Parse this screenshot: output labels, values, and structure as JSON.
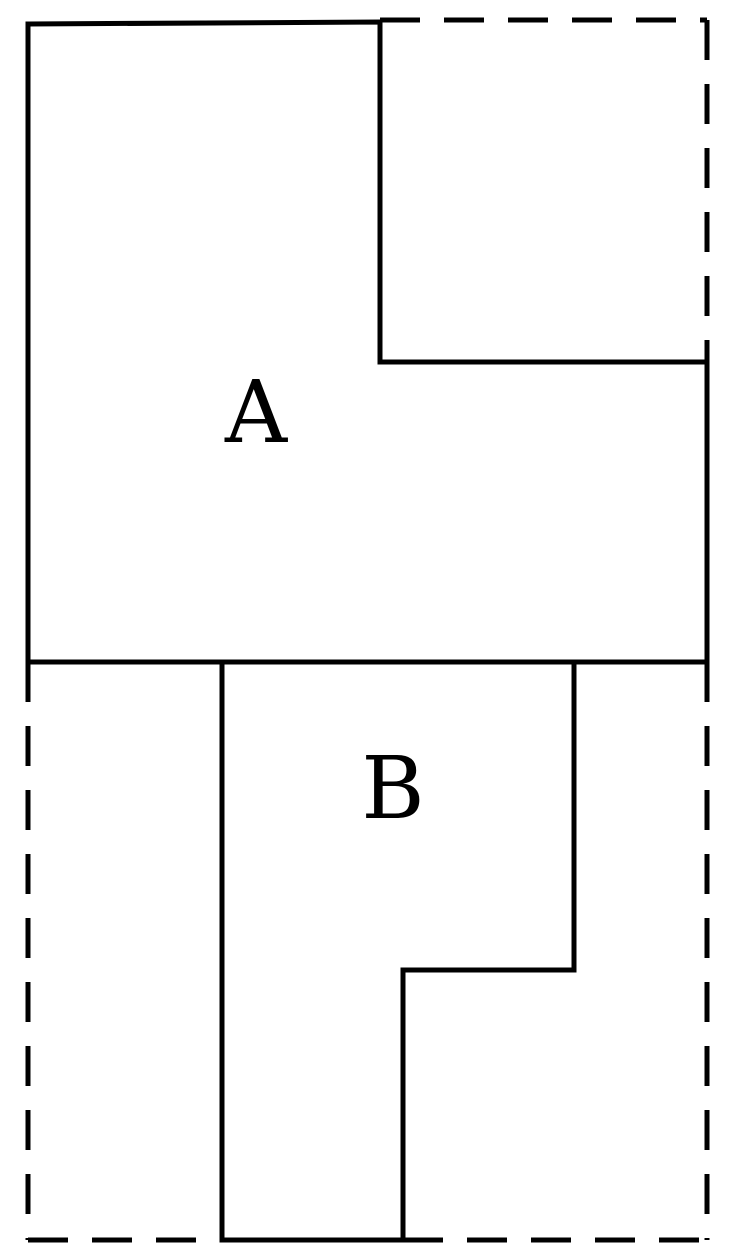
{
  "regions": [
    {
      "id": "A",
      "label": "A"
    },
    {
      "id": "B",
      "label": "B"
    }
  ],
  "colors": {
    "stroke": "#000000",
    "background": "#ffffff"
  }
}
